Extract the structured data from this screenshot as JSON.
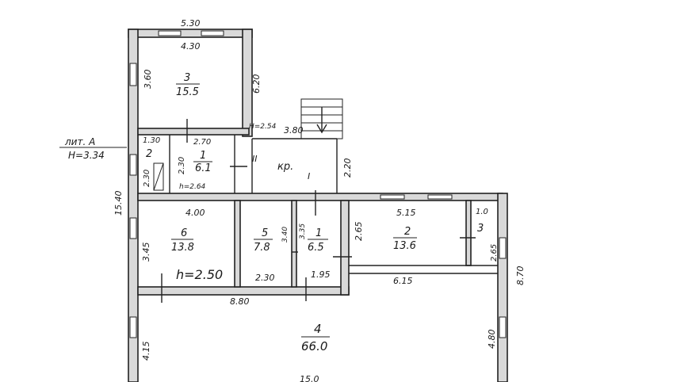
{
  "labels": {
    "lit": "лит. А",
    "height_main": "Н=3.34",
    "dim_top_530": "5.30",
    "dim_430": "4.30",
    "dim_360": "3.60",
    "dim_620": "6.20",
    "dim_h254": "Н=2.54",
    "dim_380": "3.80",
    "dim_130": "1.30",
    "dim_270": "2.70",
    "dim_230a": "2.30",
    "dim_230b": "2.30",
    "dim_h264": "h=2.64",
    "dim_220": "2.20",
    "dim_1540": "15.40",
    "dim_400": "4.00",
    "dim_345": "3.45",
    "dim_340": "3.40",
    "dim_335": "3.35",
    "dim_265a": "2.65",
    "dim_515": "5.15",
    "dim_10": "1.0",
    "dim_265b": "2.65",
    "dim_870": "8.70",
    "dim_h250": "h=2.50",
    "dim_230c": "2.30",
    "dim_195": "1.95",
    "dim_615": "6.15",
    "dim_880": "8.80",
    "dim_415": "4.15",
    "dim_480": "4.80",
    "dim_150": "15.0"
  },
  "rooms": [
    {
      "num": "3",
      "area": "15.5"
    },
    {
      "num": "2",
      "area": ""
    },
    {
      "num": "1",
      "area": "6.1"
    },
    {
      "num": "кр.",
      "area": ""
    },
    {
      "num": "6",
      "area": "13.8"
    },
    {
      "num": "5",
      "area": "7.8"
    },
    {
      "num": "1",
      "area": "6.5"
    },
    {
      "num": "2",
      "area": "13.6"
    },
    {
      "num": "3",
      "area": ""
    },
    {
      "num": "4",
      "area": "66.0"
    }
  ],
  "markers": {
    "roman_2": "II",
    "roman_1": "I"
  }
}
